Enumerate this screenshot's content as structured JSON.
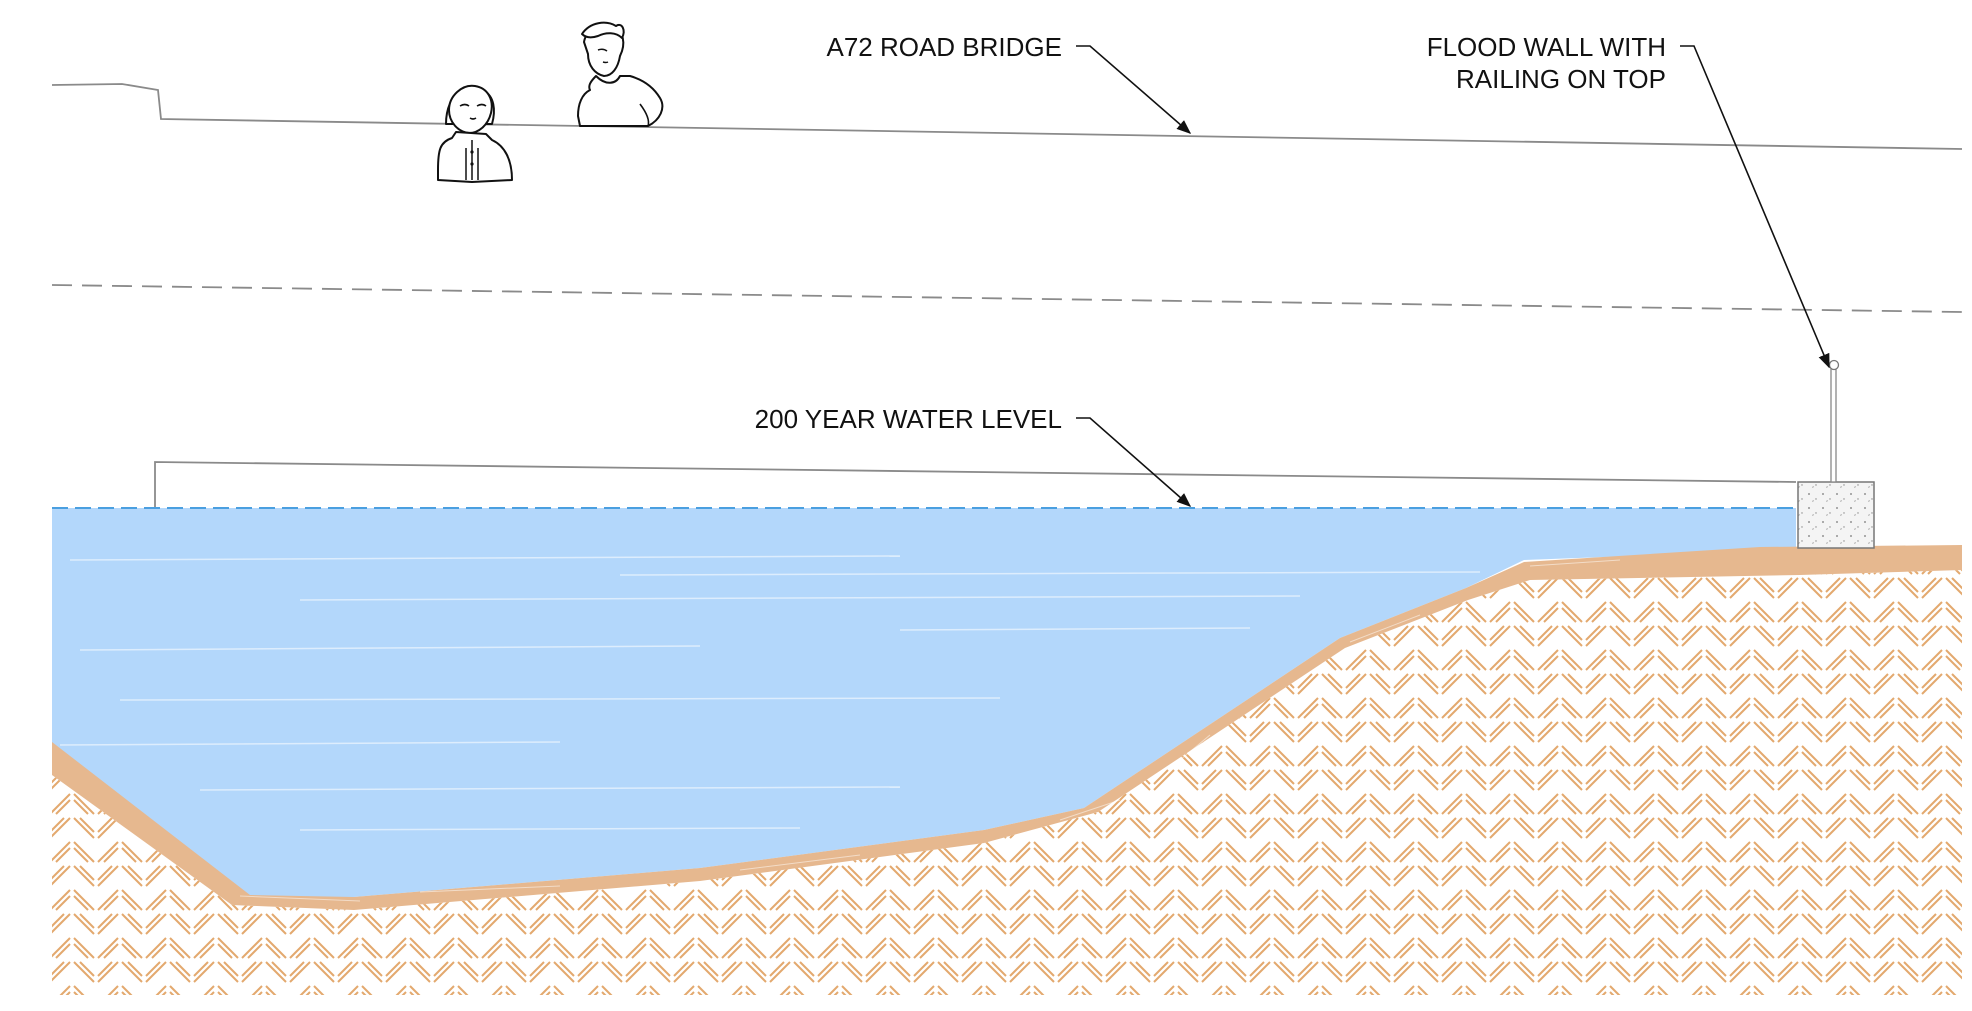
{
  "labels": {
    "road_bridge": "A72 ROAD BRIDGE",
    "flood_wall_line1": "FLOOD WALL WITH",
    "flood_wall_line2": "RAILING ON TOP",
    "water_level": "200 YEAR WATER LEVEL"
  },
  "colors": {
    "water": "#b3d7fb",
    "water_level_dash": "#4a9fe0",
    "embankment": "#e6b88f",
    "hatch": "#e3a96f",
    "outline": "#8a8a8a",
    "ink": "#111111"
  },
  "icons": {
    "person_left": "person-woman-icon",
    "person_right": "person-man-icon"
  }
}
